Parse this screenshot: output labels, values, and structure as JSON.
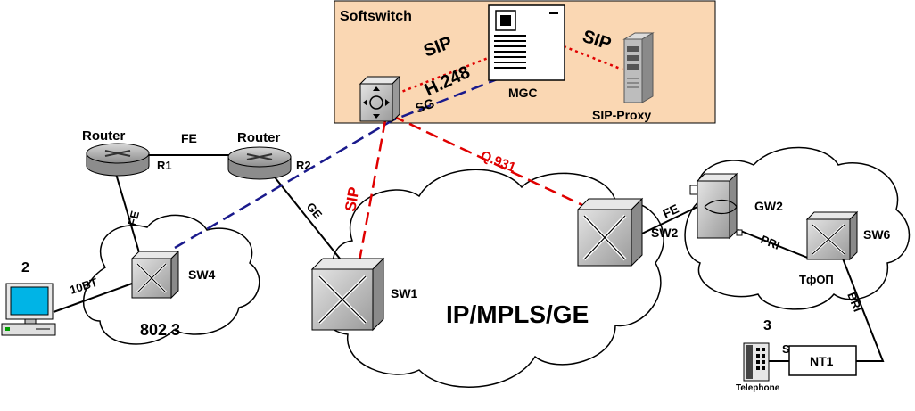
{
  "softswitch": {
    "title": "Softswitch",
    "mgc": "MGC",
    "sip_proxy": "SIP-Proxy",
    "sg": "SG"
  },
  "protocols": {
    "sip_top": "SIP",
    "sip_right": "SIP",
    "h248": "H.248",
    "sip_vertical": "SIP",
    "q931": "Q.931"
  },
  "routers": {
    "router1": {
      "title": "Router",
      "id": "R1"
    },
    "router2": {
      "title": "Router",
      "id": "R2"
    }
  },
  "links": {
    "fe_r1_r2": "FE",
    "fe_r1_sw4": "FE",
    "ge_r2_sw1": "GE",
    "bt10": "10BT",
    "fe_sw2_gw2": "FE",
    "pri": "PRI",
    "bri": "BRI",
    "s": "S"
  },
  "switches": {
    "sw1": "SW1",
    "sw2": "SW2",
    "sw4": "SW4",
    "sw6": "SW6",
    "gw2": "GW2"
  },
  "clouds": {
    "lan": "802.3",
    "core": "IP/MPLS/GE",
    "pstn": "ТфОП"
  },
  "nodes": {
    "pc_num": "2",
    "tel_num": "3",
    "nt1": "NT1",
    "telephone": "Telephone"
  },
  "colors": {
    "softswitch_bg": "#fad7b3",
    "red": "#e00000",
    "blue": "#1a1a8c",
    "device": "#c8c8c8"
  }
}
